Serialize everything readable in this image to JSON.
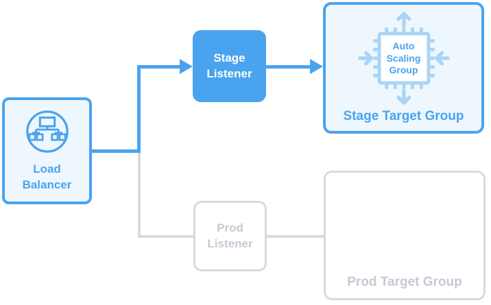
{
  "diagram": {
    "nodes": {
      "load_balancer": {
        "label": "Load Balancer",
        "icon": "load-balancer-icon"
      },
      "stage_listener": {
        "label": "Stage Listener"
      },
      "prod_listener": {
        "label": "Prod Listener"
      },
      "stage_target_group": {
        "label": "Stage Target Group",
        "auto_scaling_group": {
          "label": "Auto Scaling Group",
          "icon": "auto-scaling-group-chip-icon"
        }
      },
      "prod_target_group": {
        "label": "Prod Target Group"
      }
    },
    "colors": {
      "accent_blue": "#4aa3ee",
      "light_blue_fill": "#eef7fd",
      "chip_light_blue": "#a9d4f5",
      "inactive_border_gray": "#d6dae0",
      "inactive_text_gray": "#c4cad3",
      "active_text_white": "#ffffff"
    }
  }
}
